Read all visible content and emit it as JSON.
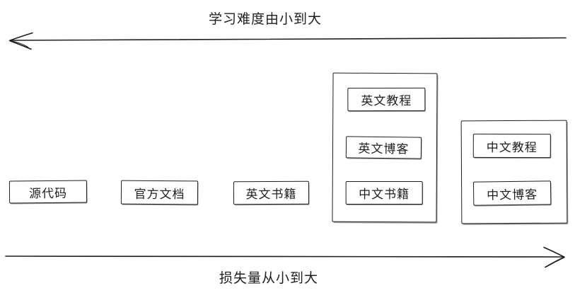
{
  "diagram": {
    "top_axis": {
      "label": "学习难度由小到大",
      "direction": "left"
    },
    "bottom_axis": {
      "label": "损失量从小到大",
      "direction": "right"
    },
    "standalone_boxes": [
      {
        "label": "源代码"
      },
      {
        "label": "官方文档"
      },
      {
        "label": "英文书籍"
      }
    ],
    "groups": [
      {
        "items": [
          {
            "label": "英文教程"
          },
          {
            "label": "英文博客"
          },
          {
            "label": "中文书籍"
          }
        ]
      },
      {
        "items": [
          {
            "label": "中文教程"
          },
          {
            "label": "中文博客"
          }
        ]
      }
    ],
    "colors": {
      "stroke": "#1e1e1e",
      "background": "#ffffff"
    }
  }
}
